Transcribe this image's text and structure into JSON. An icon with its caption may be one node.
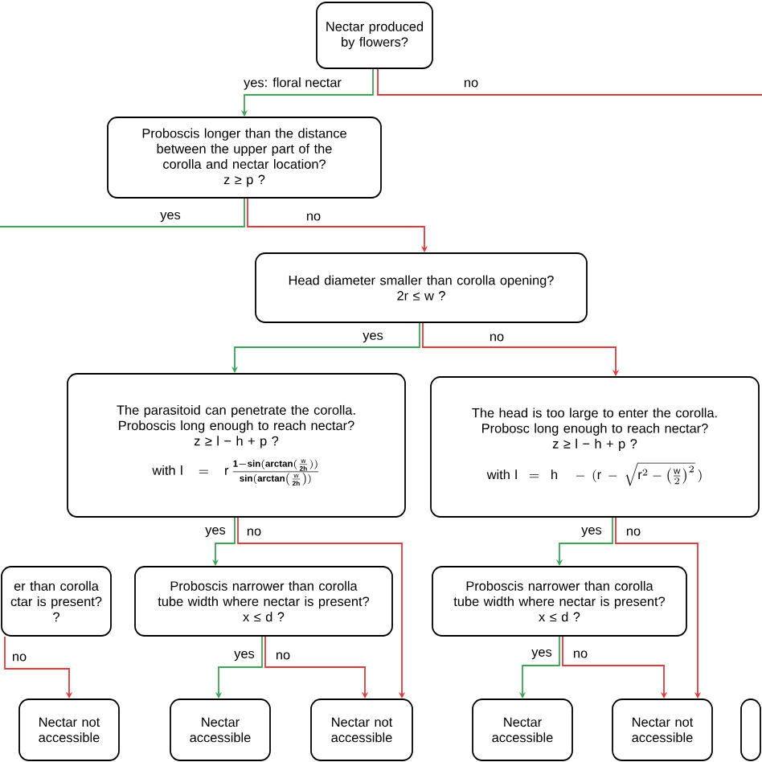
{
  "diagram": {
    "nodes": [
      {
        "text": [
          "Nectar produced by flowers?"
        ]
      },
      {
        "text": [
          "Proboscis longer than the distance between the upper part of the corolla and nectar location?",
          "z ≥ p ?"
        ]
      },
      {
        "text": [
          "Head diameter smaller than corolla opening?",
          "2r ≤ w ?"
        ]
      },
      {
        "text": [
          "The parasitoid can penetrate the corolla. Proboscis long enough to reach nectar?",
          "z ≥ l − h + p ?",
          "with",
          "\\mathrm{l} = \\mathrm{r}\\,\\frac{\\mathbf{1-sin(arctan(}\\frac{\\mathrm{w}}{\\mathbf{2h}}\\mathbf{))}}{\\mathbf{sin(arctan}\\left(\\frac{\\mathrm{w}}{\\mathbf{2h}}\\right)\\mathbf{)}}"
        ]
      },
      {
        "text": [
          "The head is too large to enter the corolla. Probosc long enough to reach nectar?",
          "z ≥ l − h + p ?",
          "with",
          "\\mathrm{l} = \\mathrm{h}\\;-(\\mathrm{r}-\\sqrt{\\mathrm{r}^{2}-\\left(\\frac{\\mathrm{w}}{2}\\right)^{2}}\\,)"
        ]
      },
      {
        "text": [
          "er than corolla ctar is present?",
          "?"
        ]
      },
      {
        "text": [
          "Proboscis narrower than corolla tube width where nectar is present?",
          "x ≤ d ?"
        ]
      },
      {
        "text": [
          "Proboscis narrower than corolla tube width where nectar is present?",
          "x ≤ d ?"
        ]
      },
      {
        "text": [
          "Nectar not accessible"
        ]
      },
      {
        "text": [
          "Nectar accessible"
        ]
      },
      {
        "text": [
          "Nectar not accessible"
        ]
      },
      {
        "text": [
          "Nectar accessible"
        ]
      },
      {
        "text": [
          "Nectar not accessible"
        ]
      },
      {
        "text": [],
        "shape": "box"
      }
    ],
    "edges": [
      {
        "from": 0,
        "to": 1,
        "arrow": "to",
        "label": "yes: floral nectar",
        "color": "#3aa655"
      },
      {
        "from": 0,
        "to": null,
        "arrow": "none",
        "label": "no",
        "color": "#e03a3a"
      },
      {
        "from": 1,
        "to": null,
        "arrow": "none",
        "label": "yes",
        "color": "#3aa655"
      },
      {
        "from": 1,
        "to": 2,
        "arrow": "to",
        "label": "no",
        "color": "#e03a3a"
      },
      {
        "from": 2,
        "to": 3,
        "arrow": "to",
        "label": "yes",
        "color": "#3aa655"
      },
      {
        "from": 2,
        "to": 4,
        "arrow": "to",
        "label": "no",
        "color": "#e03a3a"
      },
      {
        "from": 3,
        "to": 6,
        "arrow": "to",
        "label": "yes",
        "color": "#3aa655"
      },
      {
        "from": 3,
        "to": 10,
        "arrow": "to",
        "label": "no",
        "color": "#e03a3a"
      },
      {
        "from": 4,
        "to": 7,
        "arrow": "to",
        "label": "yes",
        "color": "#3aa655"
      },
      {
        "from": 4,
        "to": 12,
        "arrow": "to",
        "label": "no",
        "color": "#e03a3a"
      },
      {
        "from": 6,
        "to": 9,
        "arrow": "to",
        "label": "yes",
        "color": "#3aa655"
      },
      {
        "from": 6,
        "to": 10,
        "arrow": "to",
        "label": "no",
        "color": "#e03a3a"
      },
      {
        "from": 7,
        "to": 11,
        "arrow": "to",
        "label": "yes",
        "color": "#3aa655"
      },
      {
        "from": 7,
        "to": 12,
        "arrow": "to",
        "label": "no",
        "color": "#e03a3a"
      },
      {
        "from": 5,
        "to": 8,
        "arrow": "to",
        "label": "no",
        "color": "#e03a3a"
      }
    ]
  }
}
